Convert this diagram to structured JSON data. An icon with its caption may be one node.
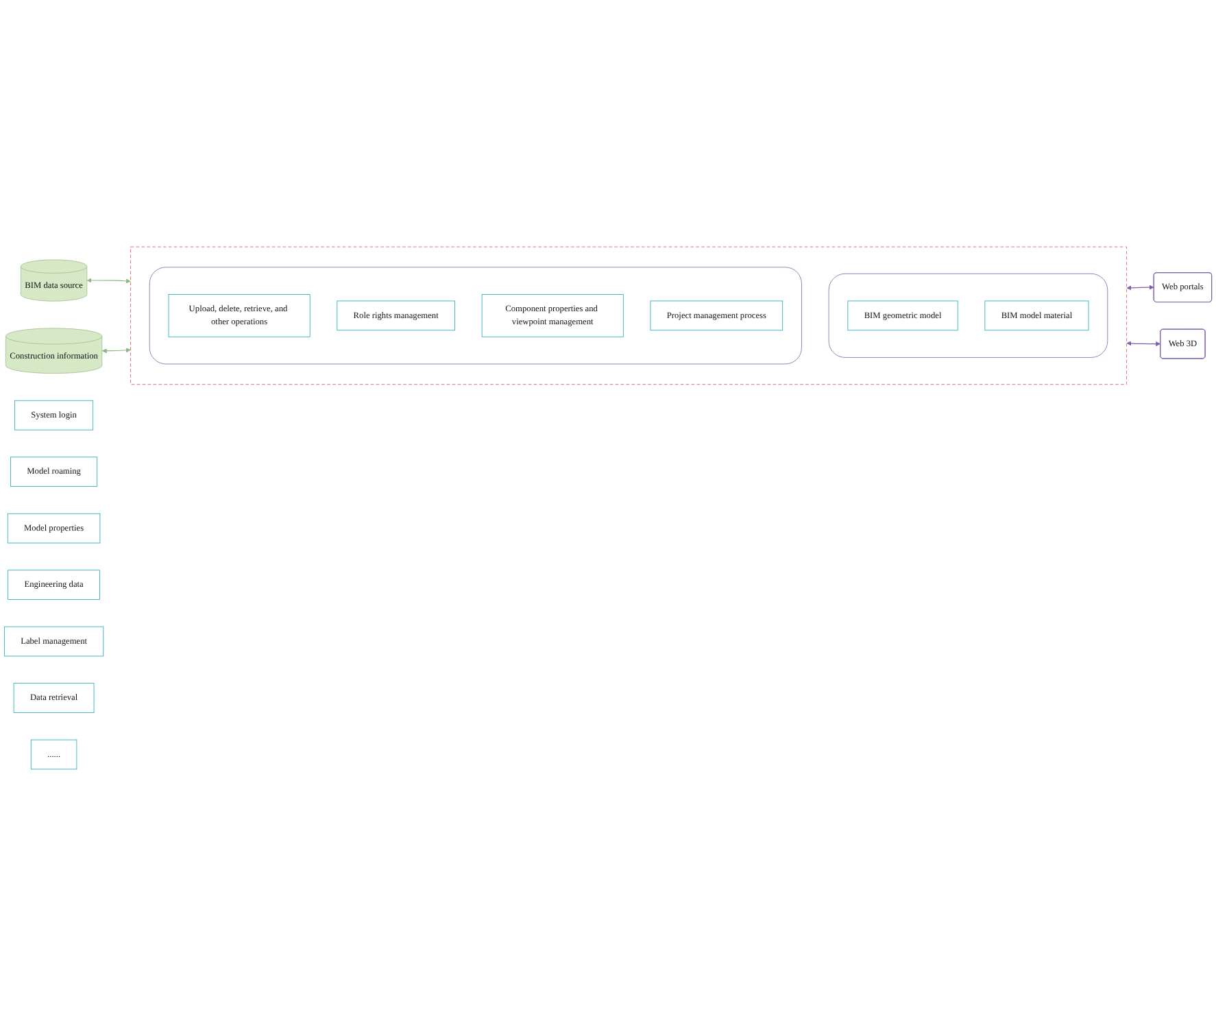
{
  "diagram": {
    "nodes": [
      {
        "text": [
          "BIM data source"
        ]
      },
      {
        "text": [
          "Construction information"
        ]
      },
      {
        "text": [],
        "shape": "box"
      },
      {
        "text": [],
        "shape": "box",
        "in": 2
      },
      {
        "text": [
          "BIM geometric model"
        ],
        "in": 3
      },
      {
        "text": [
          "BIM model material"
        ],
        "in": 3
      },
      {
        "text": [],
        "shape": "box",
        "in": 2
      },
      {
        "text": [
          "Upload, delete, retrieve, and other operations"
        ],
        "in": 6
      },
      {
        "text": [
          "Role rights management"
        ],
        "in": 6
      },
      {
        "text": [
          "Component properties and viewpoint management"
        ],
        "in": 6
      },
      {
        "text": [
          "Project management process"
        ],
        "in": 6
      },
      {
        "text": [
          "Web portals"
        ]
      },
      {
        "text": [
          "Web 3D"
        ]
      },
      {
        "text": [
          "System login"
        ]
      },
      {
        "text": [
          "Model roaming"
        ]
      },
      {
        "text": [
          "Model properties"
        ]
      },
      {
        "text": [
          "Engineering data"
        ]
      },
      {
        "text": [
          "Label management"
        ]
      },
      {
        "text": [
          "Data retrieval"
        ]
      },
      {
        "text": [
          "......"
        ]
      }
    ],
    "edges": [
      {
        "from": 0,
        "to": 2,
        "arrow": "both",
        "color": "#8fb585"
      },
      {
        "from": 1,
        "to": 2,
        "arrow": "both",
        "color": "#8fb585"
      },
      {
        "from": 2,
        "to": 11,
        "arrow": "both",
        "color": "#7d5fa8"
      },
      {
        "from": 2,
        "to": 12,
        "arrow": "both",
        "color": "#7d5fa8"
      }
    ]
  }
}
